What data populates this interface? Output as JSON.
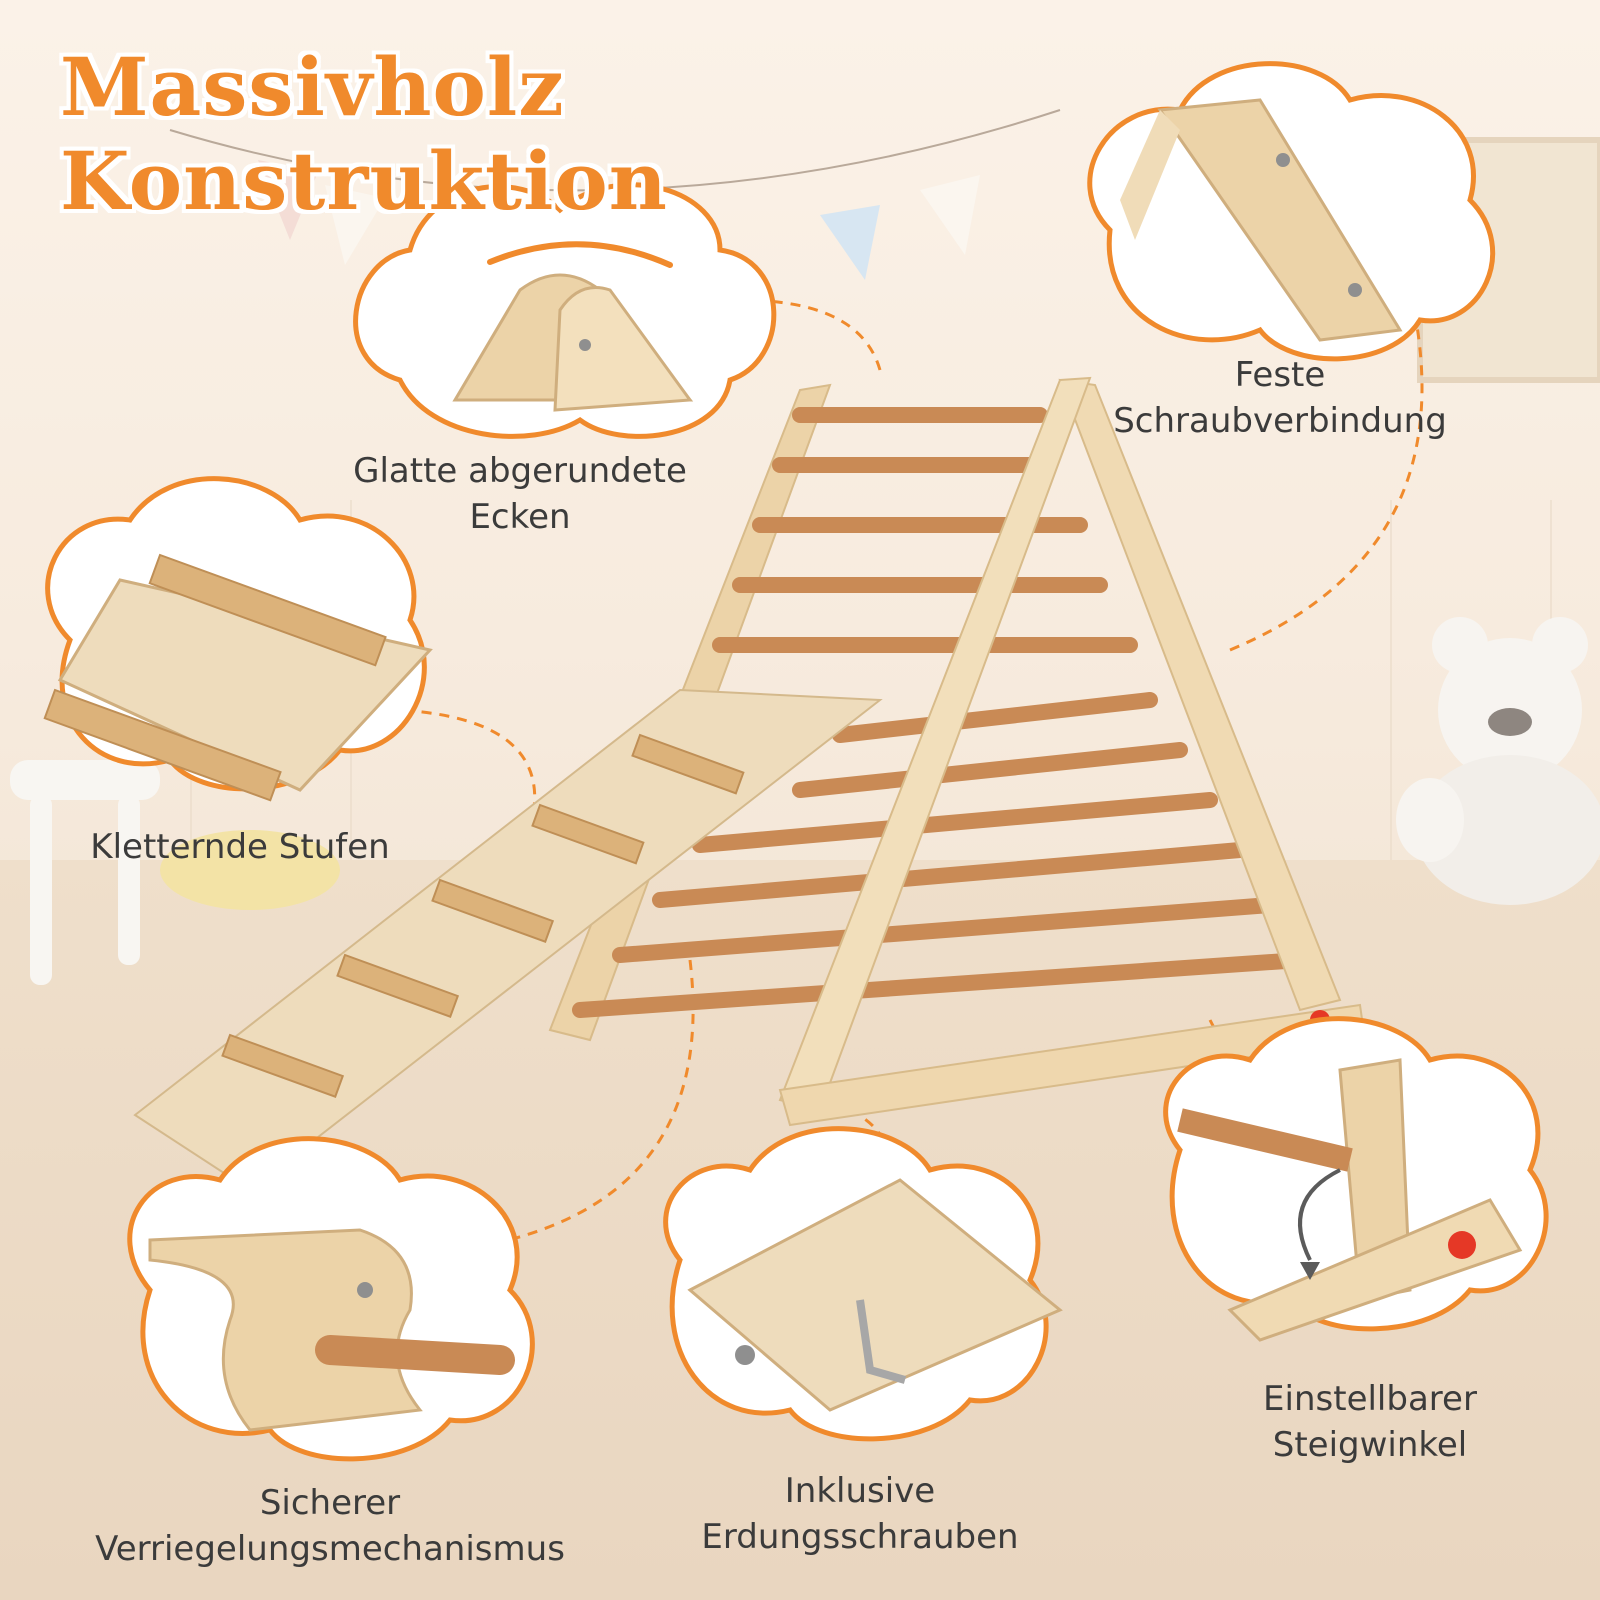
{
  "title": "Massivholz Konstruktion",
  "features": [
    {
      "id": "corners",
      "line1": "Glatte abgerundete",
      "line2": "Ecken"
    },
    {
      "id": "screws",
      "line1": "Feste",
      "line2": "Schraubverbindung"
    },
    {
      "id": "steps",
      "line1": "Kletternde Stufen"
    },
    {
      "id": "lock",
      "line1": "Sicherer",
      "line2": "Verriegelungsmechanismus"
    },
    {
      "id": "grounding",
      "line1": "Inklusive",
      "line2": "Erdungsschrauben"
    },
    {
      "id": "angle",
      "line1": "Einstellbarer",
      "line2": "Steigwinkel"
    }
  ],
  "colors": {
    "accent": "#f08a2c",
    "wood": "#ecd3a8",
    "rung": "#c98a55"
  }
}
